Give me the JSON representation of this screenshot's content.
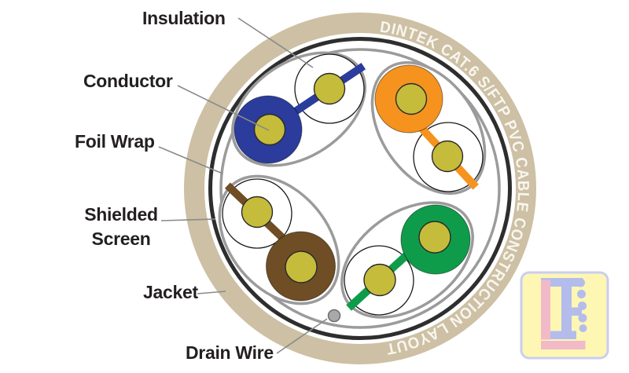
{
  "ring_text": "DINTEK CAT.6 S/FTP PVC CABLE CONSTRUCTION LAYOUT",
  "labels": {
    "insulation": "Insulation",
    "conductor": "Conductor",
    "foil_wrap": "Foil Wrap",
    "shielded_screen": "Shielded Screen",
    "jacket": "Jacket",
    "drain_wire": "Drain Wire"
  },
  "wire_pairs": [
    "blue",
    "orange",
    "brown",
    "green"
  ],
  "colors": {
    "jacket_tan": "#cdc0a4",
    "shield_black": "#2e2e2e",
    "foil_gray": "#9b9b9b",
    "pair_ellipse_gray": "#9b9b9b",
    "ring_text": "#f8f6ef",
    "label_text": "#231f20",
    "pointer_line": "#8a8a8a",
    "conductor_yellow": "#c6bc3c",
    "conductor_outline": "#2a2a2a",
    "wire_white": "#ffffff",
    "wire_outline": "#1a1a1a",
    "pair_blue": "#2b3c9c",
    "pair_orange": "#f6921e",
    "pair_brown": "#6f4e25",
    "pair_green": "#0f9c4a",
    "drain_gray": "#a9a9a9",
    "drain_outline": "#6e6e6e",
    "logo_bg": "#fdf7b3",
    "logo_border": "#c9cef1",
    "logo_periwinkle": "#b4bcec",
    "logo_pink": "#f2b9c8"
  }
}
